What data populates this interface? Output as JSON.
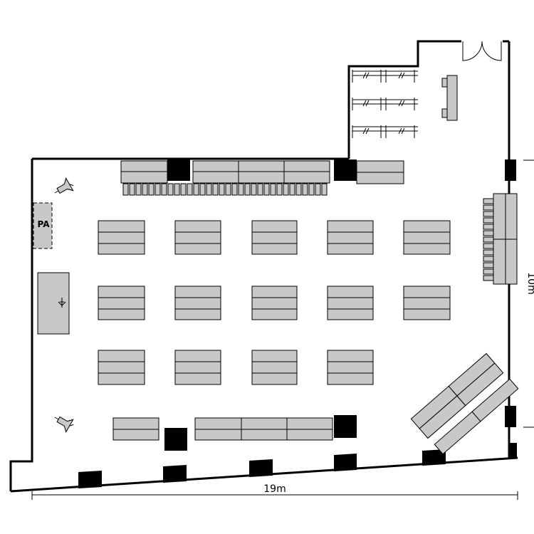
{
  "dimensions": {
    "width_label": "19m",
    "height_label": "10m"
  },
  "labels": {
    "pa": "PA"
  },
  "colors": {
    "table_fill": "#c8c8c8",
    "wall": "#000000",
    "background": "#ffffff"
  },
  "icons": [
    "speaker-icon",
    "podium-icon",
    "door-icon"
  ]
}
